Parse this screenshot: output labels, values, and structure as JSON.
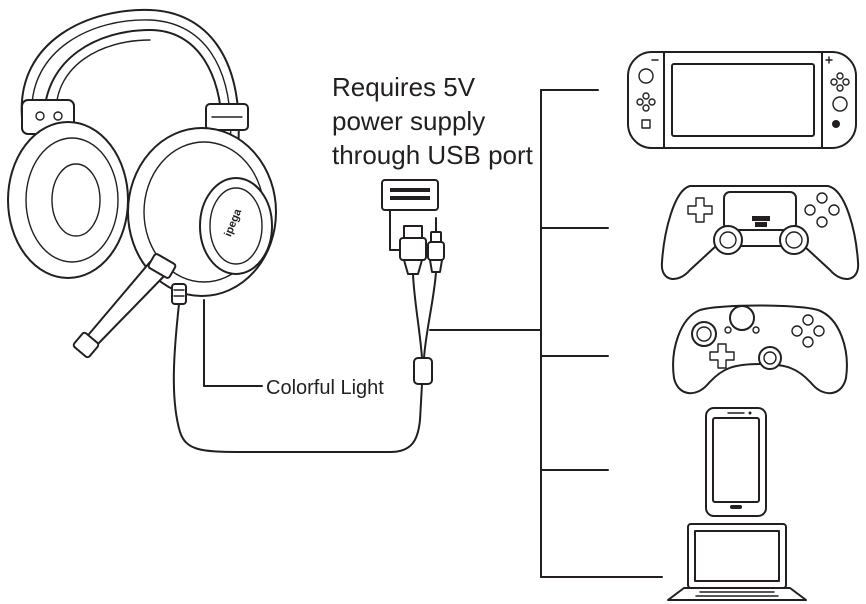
{
  "labels": {
    "power_line1": "Requires 5V",
    "power_line2": "power supply",
    "power_line3": "through USB port",
    "light": "Colorful Light"
  },
  "headset": {
    "brand_mark": "ipega"
  },
  "devices": [
    {
      "icon": "handheld-console-icon"
    },
    {
      "icon": "dualshock-controller-icon"
    },
    {
      "icon": "xbox-controller-icon"
    },
    {
      "icon": "smartphone-icon"
    },
    {
      "icon": "laptop-icon"
    }
  ],
  "colors": {
    "line": "#231f20",
    "background": "#ffffff"
  }
}
